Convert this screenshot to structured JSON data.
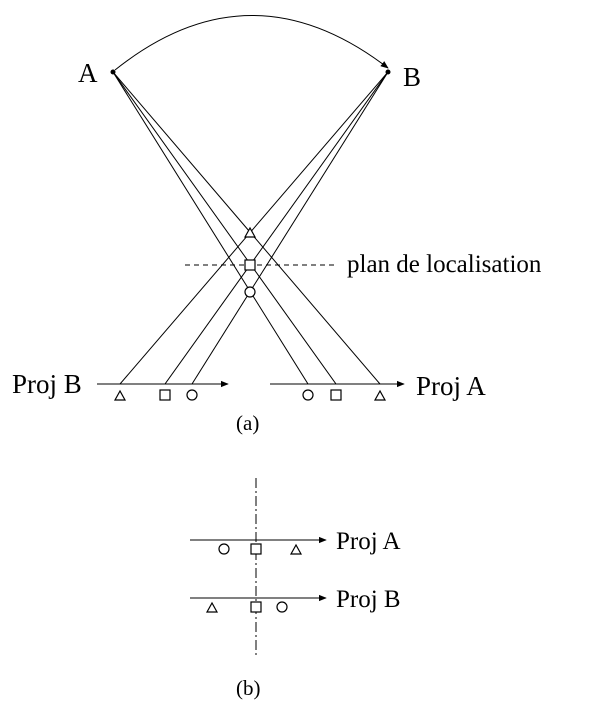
{
  "panel_a": {
    "source_a_label": "A",
    "source_b_label": "B",
    "plane_label": "plan de localisation",
    "proj_b_label": "Proj B",
    "proj_a_label": "Proj A",
    "caption": "(a)"
  },
  "panel_b": {
    "proj_a_label": "Proj A",
    "proj_b_label": "Proj B",
    "caption": "(b)"
  },
  "marker_shapes": [
    "triangle",
    "square",
    "circle"
  ]
}
